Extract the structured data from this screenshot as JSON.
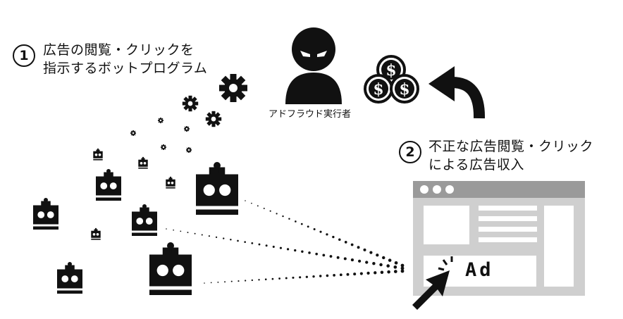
{
  "step1": {
    "number": "1",
    "line1": "広告の閲覧・クリックを",
    "line2": "指示するボットプログラム"
  },
  "fraudster": {
    "label": "アドフラウド実行者",
    "icon": "hooded-fraudster-icon"
  },
  "money": {
    "icon": "dollar-coins-icon",
    "symbol": "$"
  },
  "step2": {
    "number": "2",
    "line1": "不正な広告閲覧・クリック",
    "line2": "による広告収入"
  },
  "browser": {
    "ad_label": "Ad"
  },
  "colors": {
    "ink": "#111111",
    "browser_gray": "#cfcfcf",
    "browser_bar": "#9a9a9a",
    "background": "#ffffff"
  }
}
